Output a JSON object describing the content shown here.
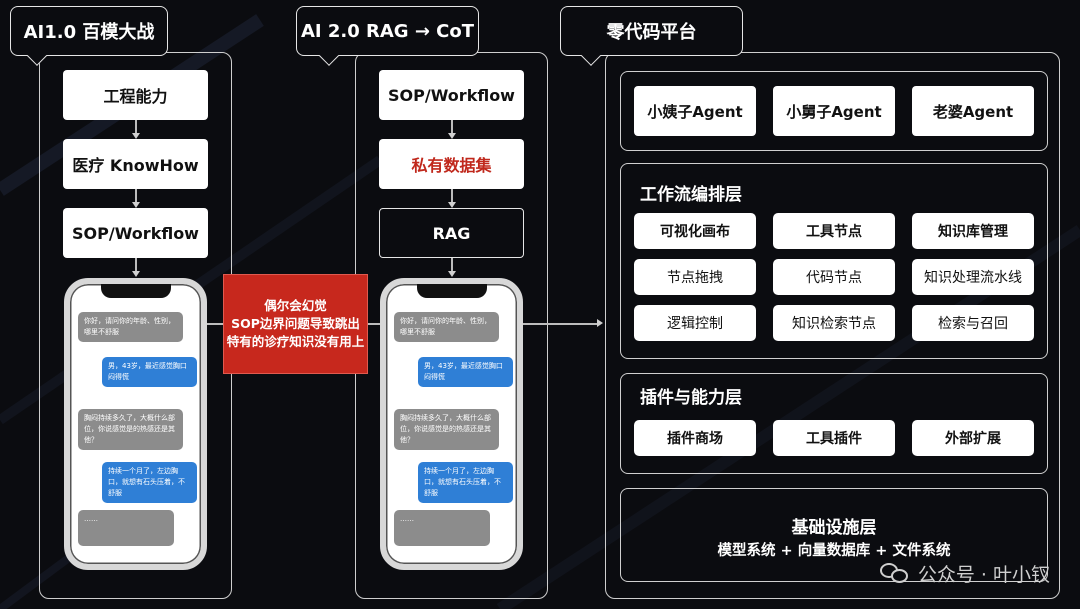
{
  "columns": [
    {
      "header": "AI1.0 百模大战",
      "boxes": [
        "工程能力",
        "医疗 KnowHow",
        "SOP/Workflow"
      ]
    },
    {
      "header": "AI 2.0 RAG → CoT",
      "boxes": [
        "SOP/Workflow",
        "私有数据集",
        "RAG"
      ]
    },
    {
      "header": "零代码平台"
    }
  ],
  "chat": {
    "msg1": "你好，请问你的年龄、性别，哪里不舒服",
    "msg2": "男，43岁，最近感觉胸口闷得慌",
    "msg3": "胸闷持续多久了，大概什么部位，你说感觉是的热感还是其他？",
    "msg4": "持续一个月了，左边胸口，就想有石头压着，不舒服",
    "msg5": "……"
  },
  "warning": {
    "line1": "偶尔会幻觉",
    "line2": "SOP边界问题导致跳出",
    "line3": "特有的诊疗知识没有用上"
  },
  "platform": {
    "agents": [
      "小姨子Agent",
      "小舅子Agent",
      "老婆Agent"
    ],
    "workflow_layer": {
      "title": "工作流编排层",
      "items": [
        "可视化画布",
        "工具节点",
        "知识库管理",
        "节点拖拽",
        "代码节点",
        "知识处理流水线",
        "逻辑控制",
        "知识检索节点",
        "检索与召回"
      ]
    },
    "plugin_layer": {
      "title": "插件与能力层",
      "items": [
        "插件商场",
        "工具插件",
        "外部扩展"
      ]
    },
    "infra_layer": {
      "title": "基础设施层",
      "subtitle": "模型系统 + 向量数据库 + 文件系统"
    }
  },
  "watermark": "公众号 · 叶小钗",
  "colors": {
    "background": "#0b0c10",
    "warning_red": "#c7281d",
    "highlight_text_red": "#c0281c",
    "bubble_blue": "#2f7fd6",
    "bubble_gray": "#8c8c8c"
  }
}
